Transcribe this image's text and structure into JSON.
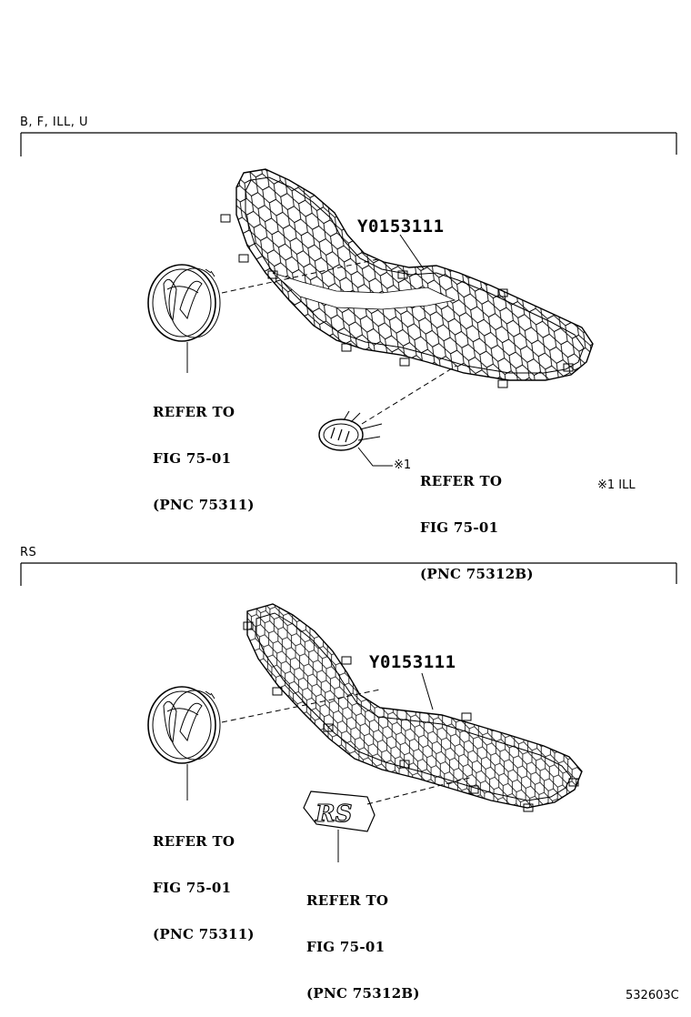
{
  "sections": [
    {
      "header": "B, F, ILL, U",
      "part_number": "Y0153111",
      "emblem_ref": [
        "REFER TO",
        "FIG 75-01",
        "(PNC 75311)"
      ],
      "badge_ref": [
        "REFER TO",
        "FIG 75-01",
        "(PNC 75312B)"
      ],
      "badge_marker": "※1",
      "footnote": "※1 ILL"
    },
    {
      "header": "RS",
      "part_number": "Y0153111",
      "emblem_ref": [
        "REFER TO",
        "FIG 75-01",
        "(PNC 75311)"
      ],
      "badge_ref": [
        "REFER TO",
        "FIG 75-01",
        "(PNC 75312B)"
      ],
      "badge_text": "RS"
    }
  ],
  "figure_id": "532603C"
}
